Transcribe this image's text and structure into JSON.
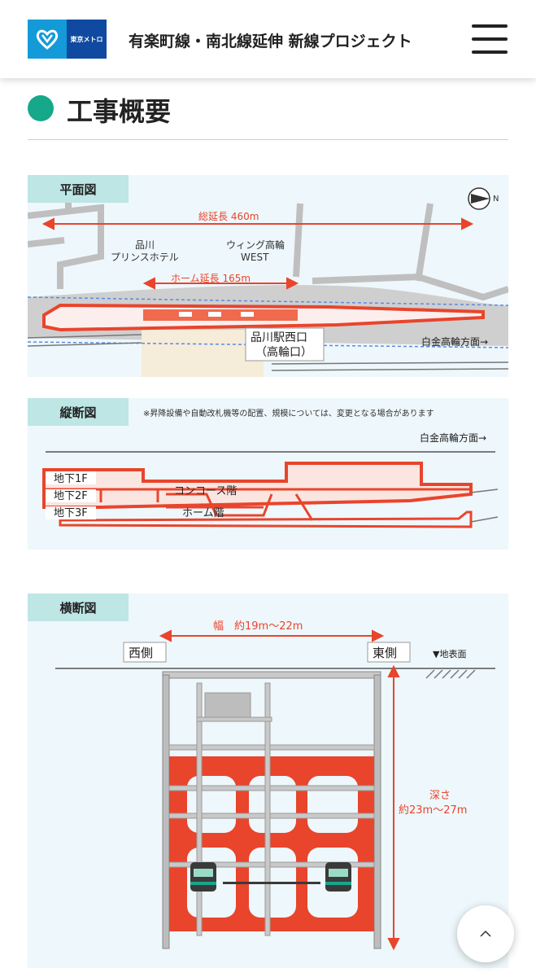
{
  "header": {
    "logo_text": "東京メトロ",
    "site_title": "有楽町線・南北線延伸 新線プロジェクト"
  },
  "section": {
    "title": "工事概要"
  },
  "plan": {
    "label": "平面図",
    "total_length": "総延長 460m",
    "platform_length": "ホーム延長 165m",
    "hotel_line1": "品川",
    "hotel_line2": "プリンスホテル",
    "wing_line1": "ウィング高輪",
    "wing_line2": "WEST",
    "station_exit_line1": "品川駅西口",
    "station_exit_line2": "（高輪口）",
    "direction": "白金高輪方面→",
    "north_mark": "N"
  },
  "profile": {
    "label": "縦断図",
    "note": "※昇降設備や自動改札機等の配置、規模については、変更となる場合があります",
    "direction": "白金高輪方面→",
    "b1": "地下1F",
    "b2": "地下2F",
    "b3": "地下3F",
    "concourse": "コンコース階",
    "platform": "ホーム階"
  },
  "cross": {
    "label": "横断図",
    "width": "幅　約19m～22m",
    "west": "西側",
    "east": "東側",
    "ground": "▼地表面",
    "depth_line1": "深さ",
    "depth_line2": "約23m～27m"
  },
  "colors": {
    "accent_red": "#e8452c",
    "teal": "#15a88a",
    "panel_bg": "#eef7fb"
  }
}
